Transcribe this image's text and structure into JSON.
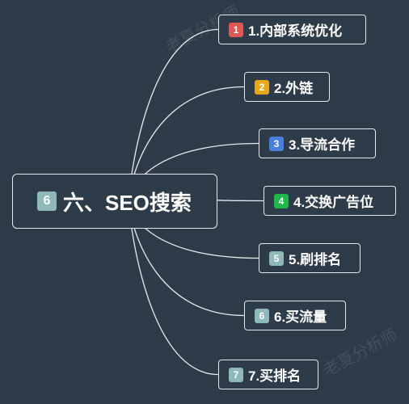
{
  "root": {
    "badge": "6",
    "badge_color": "#8fb8b8",
    "label": "六、SEO搜索"
  },
  "children": [
    {
      "badge": "1",
      "badge_color": "#e05555",
      "label": "1.内部系统优化"
    },
    {
      "badge": "2",
      "badge_color": "#e8a81c",
      "label": "2.外链"
    },
    {
      "badge": "3",
      "badge_color": "#4a7fe0",
      "label": "3.导流合作"
    },
    {
      "badge": "4",
      "badge_color": "#1fb94a",
      "label": "4.交换广告位"
    },
    {
      "badge": "5",
      "badge_color": "#8fb8b8",
      "label": "5.刷排名"
    },
    {
      "badge": "6",
      "badge_color": "#8fb8b8",
      "label": "6.买流量"
    },
    {
      "badge": "7",
      "badge_color": "#8fb8b8",
      "label": "7.买排名"
    }
  ],
  "watermark": "老夏分析师",
  "colors": {
    "background": "#2e3b48",
    "line": "#e6e9ec"
  }
}
